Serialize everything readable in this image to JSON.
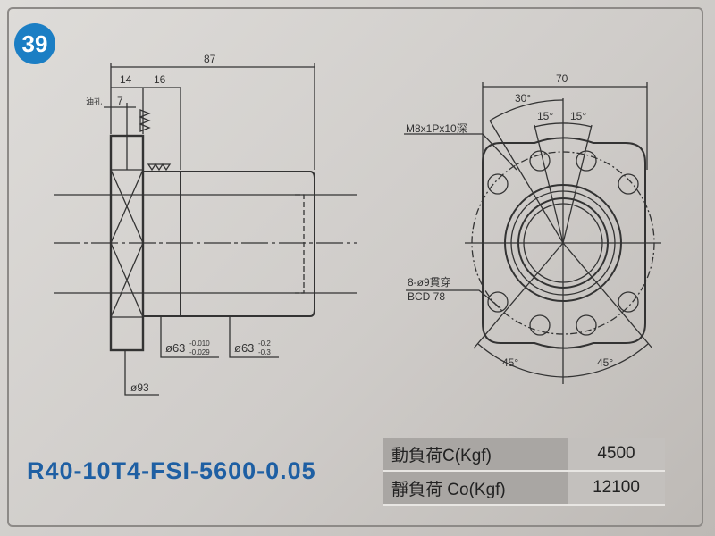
{
  "badge": "39",
  "model": "R40-10T4-FSI-5600-0.05",
  "side_view": {
    "dim_total": "87",
    "dim_a": "14",
    "dim_b": "16",
    "oil_hole_label": "油孔",
    "oil_hole_dim": "7",
    "dia_flange": "ø93",
    "dia_fit": "ø63",
    "fit_tol_upper": "-0.010",
    "fit_tol_lower": "-0.029",
    "dia_body": "ø63",
    "body_tol_upper": "-0.2",
    "body_tol_lower": "-0.3"
  },
  "front_view": {
    "width": "70",
    "angle_30": "30°",
    "angle_15a": "15°",
    "angle_15b": "15°",
    "tap_label": "M8x1Px10深",
    "holes_label": "8-ø9貫穿",
    "bcd_label": "BCD 78",
    "angle_45a": "45°",
    "angle_45b": "45°"
  },
  "table": [
    {
      "label": "動負荷C(Kgf)",
      "value": "4500"
    },
    {
      "label": "靜負荷 Co(Kgf)",
      "value": "12100"
    }
  ],
  "colors": {
    "badge": "#1b7ec4",
    "model": "#1e5fa3"
  }
}
